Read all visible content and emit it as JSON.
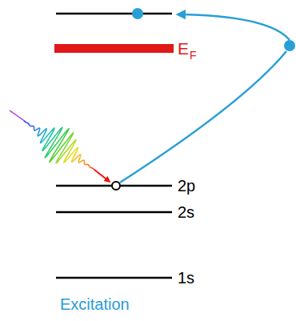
{
  "diagram": {
    "labels": [
      "E",
      "F",
      "2p",
      "2s",
      "1s",
      "Excitation"
    ]
  }
}
